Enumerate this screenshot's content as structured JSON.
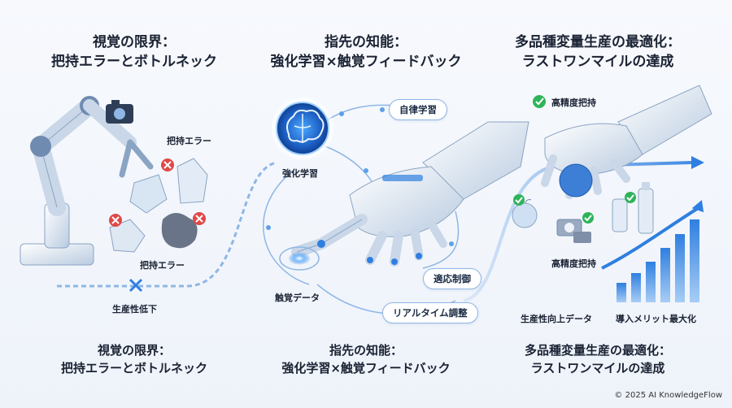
{
  "panels": [
    {
      "title_line1": "視覚の限界：",
      "title_line2": "把持エラーとボトルネック"
    },
    {
      "title_line1": "指先の知能：",
      "title_line2": "強化学習×触覚フィードバック"
    },
    {
      "title_line1": "多品種変量生産の最適化：",
      "title_line2": "ラストワンマイルの達成"
    }
  ],
  "panel1": {
    "error_label_top": "把持エラー",
    "error_label_bottom": "把持エラー",
    "bottleneck_label": "生産性低下"
  },
  "panel2": {
    "brain_label": "強化学習",
    "pill_autonomous": "自律学習",
    "pill_adaptive": "適応制御",
    "pill_realtime": "リアルタイム調整",
    "tactile_label": "触覚データ"
  },
  "panel3": {
    "precision_top": "高精度把持",
    "precision_mid": "高精度把持",
    "productivity_label": "生産性向上データ",
    "benefit_label": "導入メリット最大化"
  },
  "footer": "© 2025 AI KnowledgeFlow",
  "colors": {
    "accent": "#2f7fe0",
    "error": "#e04848",
    "ok": "#2fb35a"
  }
}
